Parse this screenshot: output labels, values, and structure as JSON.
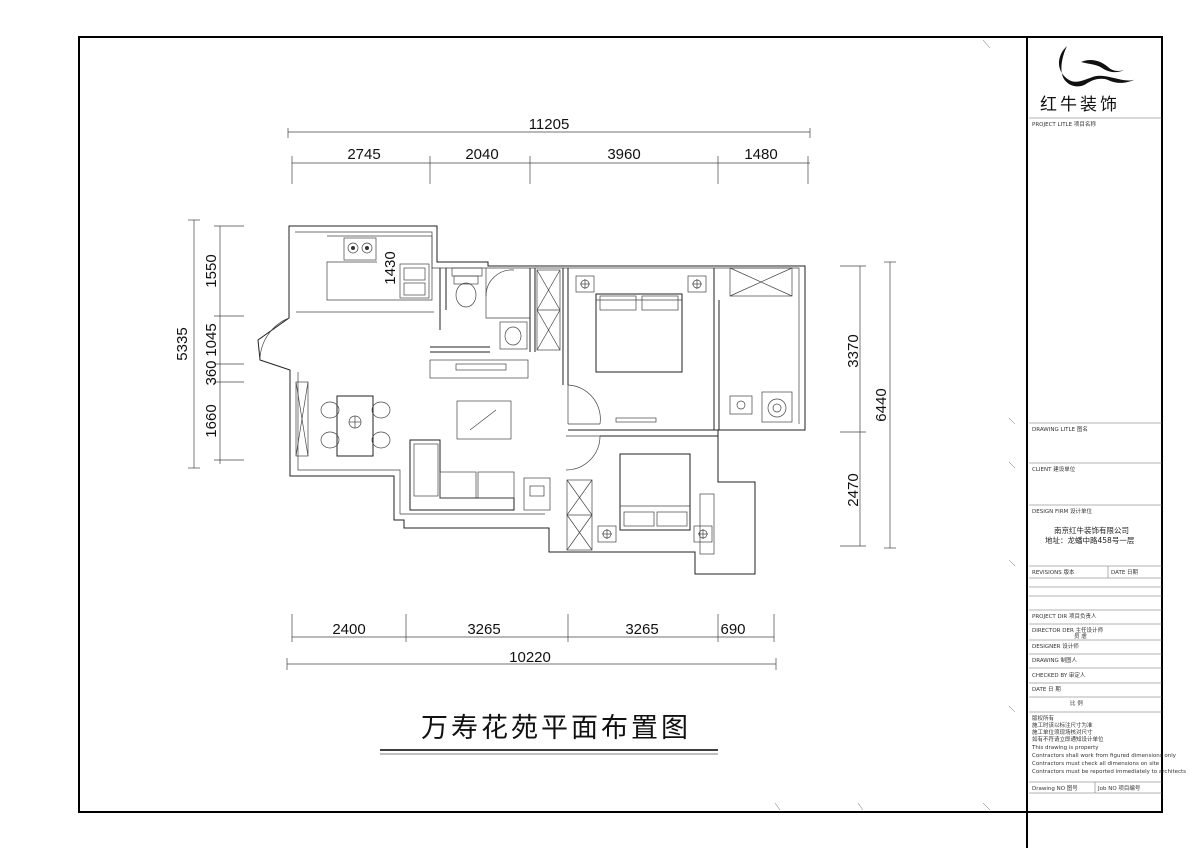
{
  "drawing": {
    "title": "万寿花苑平面布置图",
    "top_dims": {
      "overall": "11205",
      "segments": [
        "2745",
        "2040",
        "3960",
        "1480"
      ]
    },
    "bottom_dims": {
      "overall": "10220",
      "segments": [
        "2400",
        "3265",
        "3265",
        "690"
      ]
    },
    "left_dims": {
      "overall": "5335",
      "segments": [
        "1550",
        "1045",
        "360",
        "1660"
      ],
      "kitchen": "1430"
    },
    "right_dims": {
      "overall": "6440",
      "segments": [
        "3370",
        "2470"
      ]
    }
  },
  "title_block": {
    "brand": "红牛装饰",
    "project_title": "PROJECT LITLE  项目名称",
    "drawing_title": "DRAWING LITLE  图名",
    "client": "CLIENT  建设单位",
    "design_firm": "DESIGN FIRM  设计单位",
    "company": "南京红牛装饰有限公司",
    "address": "地址：龙蟠中路458号一层",
    "revisions": "REVISIONS  版本",
    "date_col": "DATE  日期",
    "project_dir": "PROJECT DIR  项目负责人",
    "director": "DIRECTOR DER 主任设计师",
    "director_note": "员  虐",
    "designer": "DESIGNER  设计师",
    "drawing": "DRAWING  制图人",
    "checked": "CHECKED BY  审定人",
    "date": "DATE  日 期",
    "scale": "比  例",
    "notes": [
      "版权所有",
      "施工时该以标注尺寸为准",
      "施工单位须现场核对尺寸",
      "如有不符请立即通知设计单位",
      "This drawing is property",
      "Contractors shall work from figured dimensions only",
      "Contractors must check all dimensions on site",
      "Contractors must be reported immediately to architects"
    ],
    "drawing_no": "Drawing NO  图号",
    "job_no": "Job NO  项目编号"
  }
}
